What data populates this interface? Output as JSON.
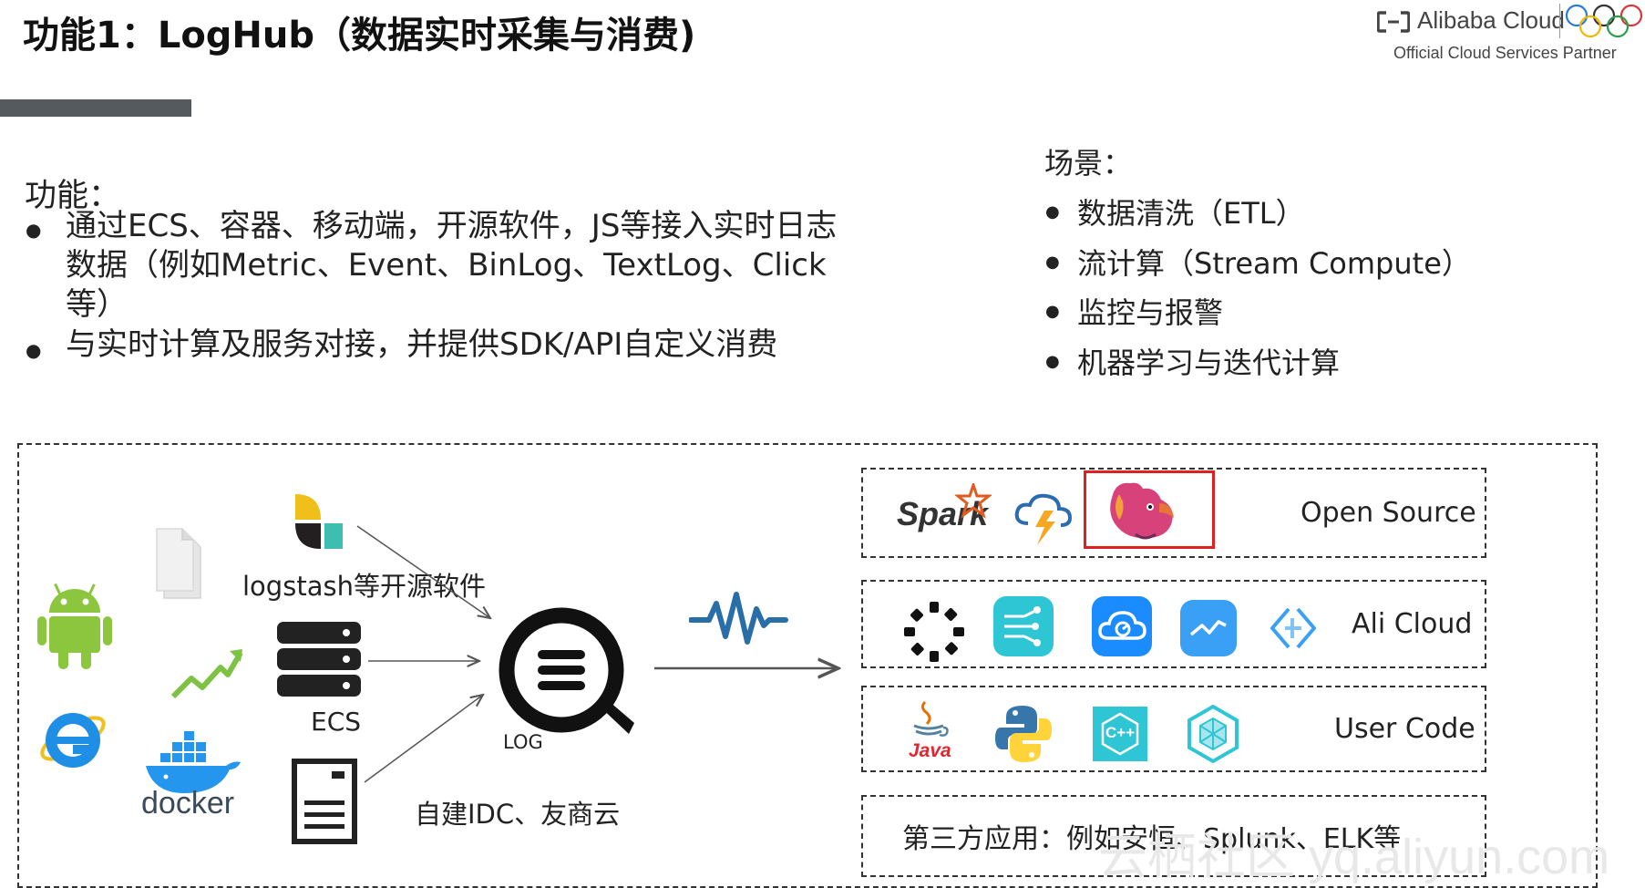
{
  "title": "功能1：LogHub（数据实时采集与消费)",
  "logo": {
    "brand": "Alibaba Cloud",
    "tagline": "Official Cloud Services Partner"
  },
  "features": {
    "heading": "功能：",
    "items": [
      "通过ECS、容器、移动端，开源软件，JS等接入实时日志数据（例如Metric、Event、BinLog、TextLog、Click等）",
      "与实时计算及服务对接，并提供SDK/API自定义消费"
    ]
  },
  "scenarios": {
    "heading": "场景：",
    "items": [
      "数据清洗（ETL）",
      "流计算（Stream Compute）",
      "监控与报警",
      "机器学习与迭代计算"
    ]
  },
  "diagram": {
    "sources": {
      "logstash_caption": "logstash等开源软件",
      "ecs_caption": "ECS",
      "idc_caption": "自建IDC、友商云",
      "docker_label": "docker"
    },
    "hub_label": "LOG",
    "consumers": {
      "open_source": {
        "label": "Open Source",
        "icons": [
          "spark-logo",
          "storm-logo",
          "flink-logo"
        ],
        "spark_text": "Spark",
        "highlight_color": "#e02020"
      },
      "ali_cloud": {
        "label": "Ali Cloud",
        "icons": [
          "ring-dots-icon",
          "datahub-icon",
          "cloud-monitor-icon",
          "analytics-icon",
          "dataworks-icon"
        ]
      },
      "user_code": {
        "label": "User Code",
        "icons": [
          "java-logo",
          "python-logo",
          "cpp-logo",
          "hexagon-sdk-icon"
        ],
        "java_text": "Java",
        "cpp_text": "C++"
      },
      "third_party": {
        "label": "第三方应用：例如安恒、Splunk、ELK等"
      }
    }
  },
  "watermark": "云栖社区 yq.aliyun.com",
  "colors": {
    "android": "#8cc63f",
    "ie": "#1f8fe6",
    "docker": "#2496ed",
    "ali_teal": "#2ec6d5",
    "ali_blue": "#1a8cff",
    "pulse": "#2a6ea8"
  }
}
